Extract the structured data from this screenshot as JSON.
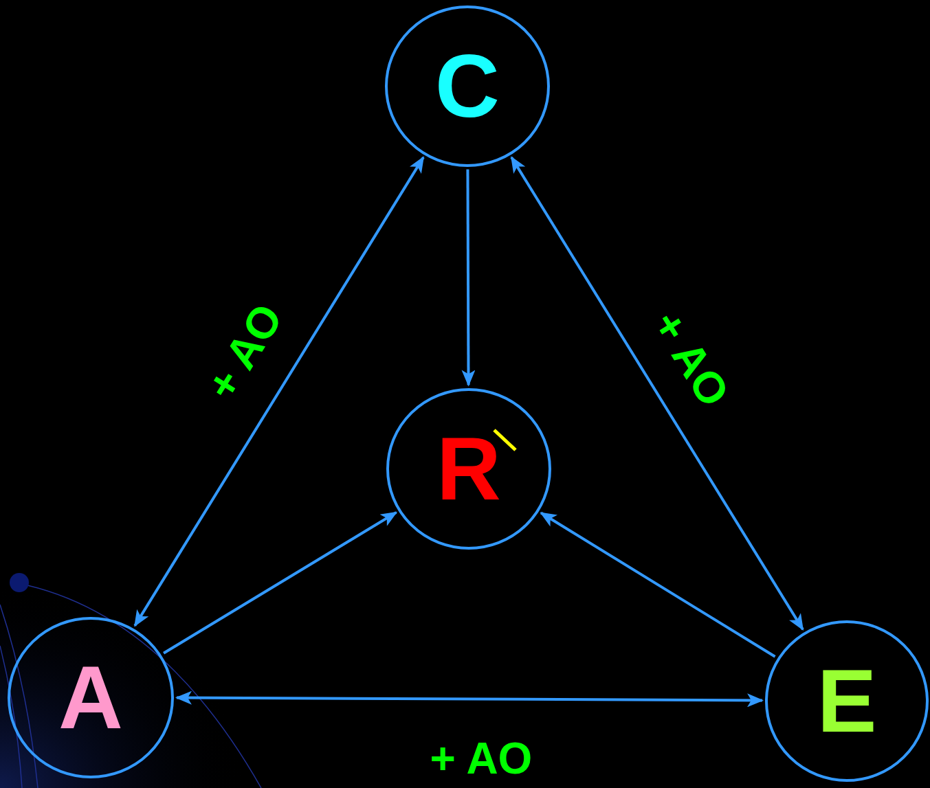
{
  "diagram": {
    "nodes": [
      {
        "text": [
          "C"
        ]
      },
      {
        "text": [
          "R"
        ]
      },
      {
        "text": [
          "A"
        ]
      },
      {
        "text": [
          "E"
        ]
      }
    ],
    "edges": [
      {
        "from": 0,
        "to": 2,
        "arrow": "both",
        "label": "+ AO"
      },
      {
        "from": 0,
        "to": 3,
        "arrow": "both",
        "label": "+ AO"
      },
      {
        "from": 0,
        "to": 1,
        "arrow": "to"
      },
      {
        "from": 2,
        "to": 1,
        "arrow": "to"
      },
      {
        "from": 3,
        "to": 1,
        "arrow": "to"
      },
      {
        "from": 2,
        "to": 3,
        "arrow": "both",
        "label": "+ AO"
      }
    ]
  }
}
